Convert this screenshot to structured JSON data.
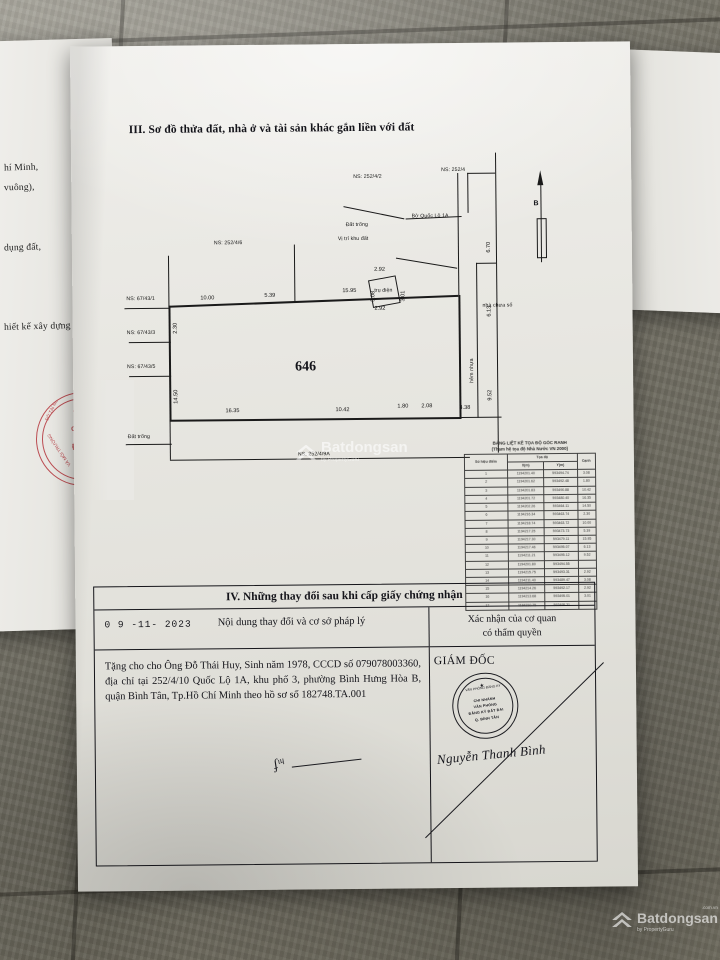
{
  "document": {
    "section3_title": "III. Sơ đồ thửa đất, nhà ở và tài sản khác gắn liền với đất",
    "parcel_number": "646"
  },
  "background_page_left": {
    "lines": [
      "hí Minh,",
      "vuông),",
      "dụng đất,",
      "hiết kế xây dựng"
    ]
  },
  "red_seal": {
    "arc_top": "SỞ TÀI NGUYÊN",
    "arc_bottom": "VÀ MÔI TRƯỜNG",
    "line1": "VĂN",
    "line2": "CỘNG",
    "line3": "ĐỘ T"
  },
  "diagram": {
    "neighbor_labels": [
      {
        "text": "NS: 252/4/2"
      },
      {
        "text": "NS: 252/4"
      },
      {
        "text": "NS: 252/4/6"
      },
      {
        "text": "NS: 67/43/1"
      },
      {
        "text": "NS: 67/43/3"
      },
      {
        "text": "NS: 67/43/5"
      },
      {
        "text": "NS: 252/4/9A"
      }
    ],
    "annotations": [
      {
        "text": "Đất trống"
      },
      {
        "text": "Vị trí khu đất"
      },
      {
        "text": "Bờ Quốc Lộ 1A"
      },
      {
        "text": "nhà chưa số"
      },
      {
        "text": "hẻm nhựa"
      },
      {
        "text": "Đất trống"
      },
      {
        "text": "trụ điện"
      }
    ],
    "dimensions": {
      "top": [
        "10.00",
        "5.39",
        "15.95"
      ],
      "bottom": [
        "16.35",
        "10.42",
        "1.80",
        "2.08"
      ],
      "left": [
        "2.30",
        "14.50"
      ],
      "right": [
        "6.70",
        "6.13",
        "9.52",
        "4.38"
      ],
      "structure": [
        "2.92",
        "2.92",
        "3.08",
        "3.01"
      ]
    },
    "north_arrow": "B"
  },
  "coord_table": {
    "title_line1": "BẢNG LIỆT KÊ TỌA ĐỘ GÓC RANH",
    "title_line2": "(Tham hệ tọa độ Nhà Nước VN 2000)",
    "headers": {
      "point": "Số hiệu điểm",
      "group": "Tọa độ",
      "x": "X(m)",
      "y": "Y(m)",
      "edge": "Cạnh"
    },
    "rows": [
      {
        "no": "1",
        "x": "1194201.40",
        "y": "593494.74",
        "edge": "3.08"
      },
      {
        "no": "2",
        "x": "1194201.62",
        "y": "593492.48",
        "edge": "1.80"
      },
      {
        "no": "3",
        "x": "1194201.83",
        "y": "593490.88",
        "edge": "10.42"
      },
      {
        "no": "4",
        "x": "1194201.72",
        "y": "593480.40",
        "edge": "16.35"
      },
      {
        "no": "5",
        "x": "1194202.26",
        "y": "593464.11",
        "edge": "14.50"
      },
      {
        "no": "6",
        "x": "1194216.34",
        "y": "593463.74",
        "edge": "2.30"
      },
      {
        "no": "7",
        "x": "1194218.74",
        "y": "593463.72",
        "edge": "10.00"
      },
      {
        "no": "8",
        "x": "1194217.25",
        "y": "593473.73",
        "edge": "5.39"
      },
      {
        "no": "9",
        "x": "1194217.30",
        "y": "593479.11",
        "edge": "15.95"
      },
      {
        "no": "10",
        "x": "1194217.46",
        "y": "593495.07",
        "edge": "6.13"
      },
      {
        "no": "11",
        "x": "1194211.21",
        "y": "593495.12",
        "edge": "9.52"
      },
      {
        "no": "12",
        "x": "1194201.80",
        "y": "593494.55",
        "edge": ""
      },
      {
        "no": "13",
        "x": "1194215.75",
        "y": "593493.31",
        "edge": "2.92"
      },
      {
        "no": "14",
        "x": "1194211.40",
        "y": "593489.47",
        "edge": "3.08"
      },
      {
        "no": "15",
        "x": "1194214.26",
        "y": "593492.17",
        "edge": "2.92"
      },
      {
        "no": "16",
        "x": "1194213.68",
        "y": "593495.01",
        "edge": "3.01"
      },
      {
        "no": "17",
        "x": "1194210.75",
        "y": "593495.31",
        "edge": ""
      }
    ]
  },
  "section4": {
    "heading": "IV. Những thay đổi sau khi cấp giấy chứng nhận",
    "date": "0 9 -11- 2023",
    "col_left_header": "Nội dung thay đổi và cơ sở pháp lý",
    "col_right_header_1": "Xác nhận của cơ quan",
    "col_right_header_2": "có thẩm quyền",
    "content": "Tặng cho cho Ông Đỗ Thái Huy, Sinh năm 1978, CCCD số 079078003360, địa chỉ tại 252/4/10 Quốc Lộ 1A, khu phố 3, phường Bình Hưng Hòa B, quận Bình Tân, Tp.Hồ Chí Minh theo hồ sơ số 182748.TA.001",
    "authority_title": "GIÁM ĐỐC",
    "signature": "Nguyễn Thanh Bình",
    "stamp": {
      "arc_top": "VĂN PHÒNG ĐĂNG KÝ",
      "line1": "CHI NHÁNH",
      "line2": "VĂN PHÒNG",
      "line3": "ĐĂNG KÝ ĐẤT ĐAI",
      "line4": "Q. BÌNH TÂN",
      "star": "★"
    }
  },
  "watermarks": {
    "name": "Batdongsan",
    "tld": ".com.vn",
    "tagline": "by PropertyGuru"
  },
  "colors": {
    "paper": "#e9e8e3",
    "ink": "#14141a",
    "seal_red": "#b4333a",
    "floor": "#7d7a6f"
  }
}
